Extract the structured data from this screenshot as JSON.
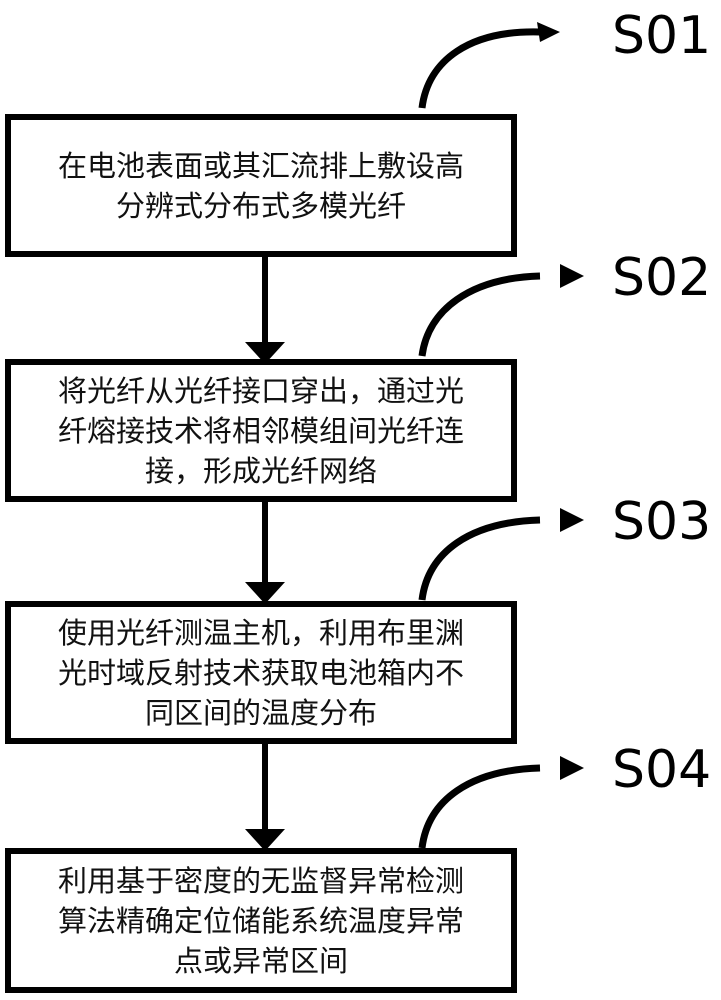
{
  "diagram": {
    "type": "flowchart",
    "colors": {
      "stroke": "#000000",
      "background": "#ffffff",
      "text": "#111111"
    },
    "steps": [
      {
        "label": "S01",
        "text": "在电池表面或其汇流排上敷设高分辨式分布式多模光纤",
        "lines": [
          "在电池表面或其汇流排上敷设高",
          "分辨式分布式多模光纤"
        ]
      },
      {
        "label": "S02",
        "text": "将光纤从光纤接口穿出，通过光纤熔接技术将相邻模组间光纤连接，形成光纤网络",
        "lines": [
          "将光纤从光纤接口穿出，通过光",
          "纤熔接技术将相邻模组间光纤连",
          "接，形成光纤网络"
        ]
      },
      {
        "label": "S03",
        "text": "使用光纤测温主机，利用布里渊光时域反射技术获取电池箱内不同区间的温度分布",
        "lines": [
          "使用光纤测温主机，利用布里渊",
          "光时域反射技术获取电池箱内不",
          "同区间的温度分布"
        ]
      },
      {
        "label": "S04",
        "text": "利用基于密度的无监督异常检测算法精确定位储能系统温度异常点或异常区间",
        "lines": [
          "利用基于密度的无监督异常检测",
          "算法精确定位储能系统温度异常",
          "点或异常区间"
        ]
      }
    ]
  }
}
